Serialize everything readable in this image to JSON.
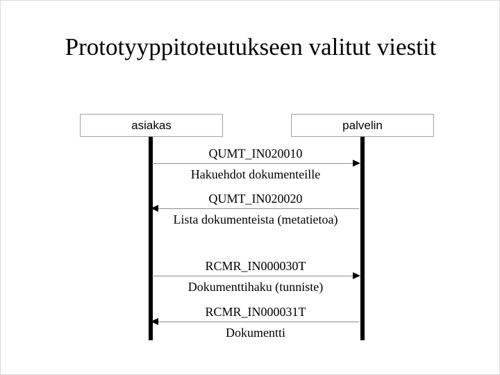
{
  "slide": {
    "title": "Prototyyppitoteutukseen valitut viestit"
  },
  "diagram": {
    "type": "uml-sequence-diagram",
    "participants": [
      {
        "id": "asiakas",
        "label": "asiakas"
      },
      {
        "id": "palvelin",
        "label": "palvelin"
      }
    ],
    "messages": [
      {
        "index": 1,
        "code": "QUMT_IN020010",
        "description": "Hakuehdot dokumenteille",
        "from": "asiakas",
        "to": "palvelin",
        "direction": "right"
      },
      {
        "index": 2,
        "code": "QUMT_IN020020",
        "description": "Lista dokumenteista (metatietoa)",
        "from": "palvelin",
        "to": "asiakas",
        "direction": "left"
      },
      {
        "index": 3,
        "code": "RCMR_IN000030T",
        "description": "Dokumenttihaku (tunniste)",
        "from": "asiakas",
        "to": "palvelin",
        "direction": "right"
      },
      {
        "index": 4,
        "code": "RCMR_IN000031T",
        "description": "Dokumentti",
        "from": "palvelin",
        "to": "asiakas",
        "direction": "left"
      }
    ]
  },
  "colors": {
    "background": "#ffffff",
    "text": "#000000",
    "box_border": "#a0a0a0",
    "lifeline": "#000000",
    "message_line": "#8c8c8c",
    "slide_border": "#d8d8d8"
  }
}
